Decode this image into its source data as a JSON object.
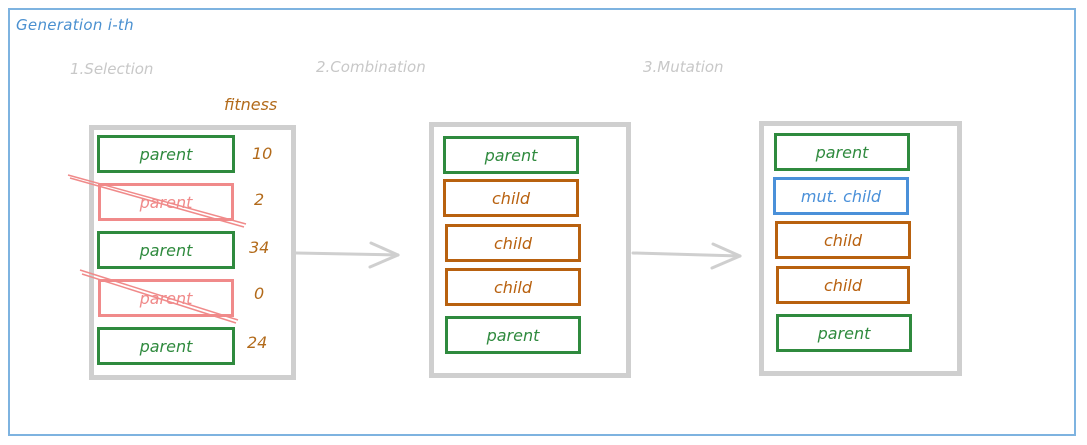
{
  "title": "Generation i-th",
  "steps": [
    "1.Selection",
    "2.Combination",
    "3.Mutation"
  ],
  "fitness_label": "fitness",
  "selection": [
    {
      "label": "parent",
      "fitness": "10"
    },
    {
      "label": "parent",
      "fitness": "2"
    },
    {
      "label": "parent",
      "fitness": "34"
    },
    {
      "label": "parent",
      "fitness": "0"
    },
    {
      "label": "parent",
      "fitness": "24"
    }
  ],
  "combination": [
    "parent",
    "child",
    "child",
    "child",
    "parent"
  ],
  "mutation": [
    "parent",
    "mut. child",
    "child",
    "child",
    "parent"
  ],
  "colors": {
    "frame": "#7eb3e0",
    "parent": "#2f8a3e",
    "child": "#b8610f",
    "mutated": "#4a90d9",
    "eliminated": "#f08a8a",
    "group_border": "#cfcfcf"
  }
}
